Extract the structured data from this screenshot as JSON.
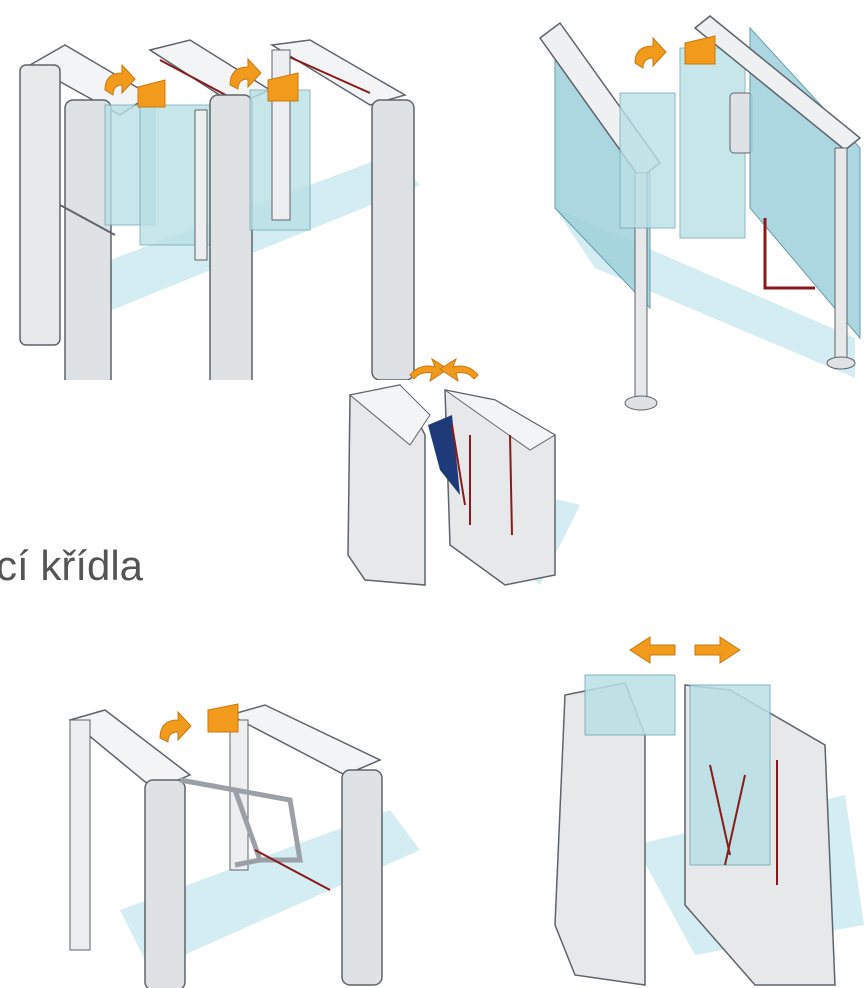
{
  "slide": {
    "caption": "cí křídla"
  },
  "colors": {
    "arrow": "#f29a1c",
    "arrow_stroke": "#c77a10",
    "glass": "#b9e0e6",
    "metal_light": "#eef0f2",
    "metal_dark": "#b7bcc2",
    "outline": "#5d646b",
    "accent_red": "#8a1a1a",
    "wing_blue": "#1f3a78",
    "shadow": "#d3edf2"
  },
  "illustrations": [
    {
      "name": "swing-gate-triple-with-glass",
      "icon": "turnstile-icon"
    },
    {
      "name": "swing-gate-glass-railing",
      "icon": "turnstile-icon"
    },
    {
      "name": "folding-wing-gate",
      "icon": "turnstile-icon"
    },
    {
      "name": "tripod-arm-gate",
      "icon": "turnstile-icon"
    },
    {
      "name": "sliding-glass-gate",
      "icon": "turnstile-icon"
    }
  ]
}
